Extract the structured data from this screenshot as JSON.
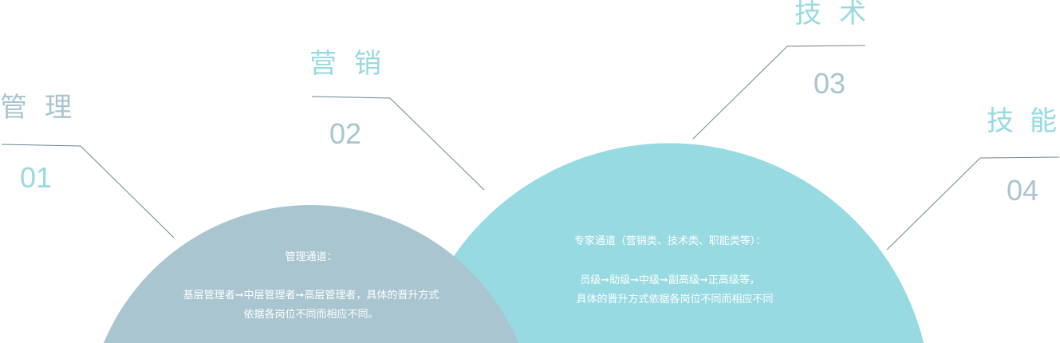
{
  "colors": {
    "teal": "#97dae1",
    "grey": "#a8c5d0",
    "line": "#6f8790"
  },
  "labels": [
    {
      "title": "管理",
      "number": "01"
    },
    {
      "title": "营销",
      "number": "02"
    },
    {
      "title": "技术",
      "number": "03"
    },
    {
      "title": "技能",
      "number": "04"
    }
  ],
  "management": {
    "heading": "管理通道：",
    "line1": "基层管理者➞中层管理者➞高层管理者，具体的晋升方式",
    "line2": "依据各岗位不同而相应不同。"
  },
  "expert": {
    "heading": "专家通道（营销类、技术类、职能类等）：",
    "line1": "员级➞助级➞中级➞副高级➞正高级等，",
    "line2": "具体的晋升方式依据各岗位不同而相应不同"
  }
}
